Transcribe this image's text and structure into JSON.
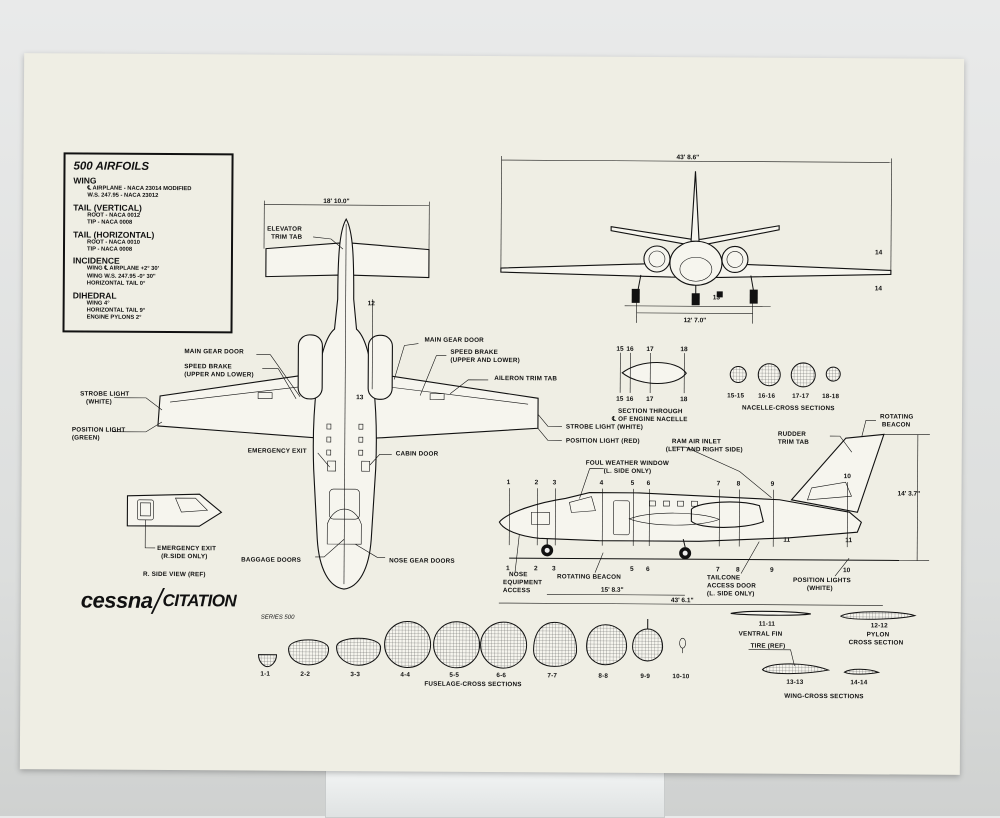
{
  "airfoils": {
    "title": "500 AIRFOILS",
    "sections": [
      {
        "heading": "WING",
        "rows": [
          "℄ AIRPLANE - NACA 23014  MODIFIED",
          "W.S. 247.95 - NACA 23012"
        ]
      },
      {
        "heading": "TAIL (VERTICAL)",
        "rows": [
          "ROOT - NACA 0012",
          "TIP - NACA 0008"
        ]
      },
      {
        "heading": "TAIL (HORIZONTAL)",
        "rows": [
          "ROOT - NACA 0010",
          "TIP - NACA 0008"
        ]
      },
      {
        "heading": "INCIDENCE",
        "rows": [
          "WING ℄ AIRPLANE +2° 30'",
          "WING W.S. 247.95 -0° 30\"",
          "HORIZONTAL TAIL  0°"
        ]
      },
      {
        "heading": "DIHEDRAL",
        "rows": [
          "WING 4°",
          "HORIZONTAL TAIL 9°",
          "ENGINE PYLONS 2°"
        ]
      }
    ]
  },
  "dimensions": {
    "span": "43' 8.6\"",
    "stab_span": "18' 10.0\"",
    "tread": "12' 7.0\"",
    "height": "14' 3.7\"",
    "length": "43' 6.1\"",
    "wheelbase": "15' 8.3\""
  },
  "labels": {
    "elevator_trim_tab": "ELEVATOR\nTRIM TAB",
    "main_gear_door_l": "MAIN GEAR DOOR",
    "speed_brake_l": "SPEED BRAKE\n(UPPER AND LOWER)",
    "strobe_light_l": "STROBE LIGHT\n(WHITE)",
    "position_light_l": "POSITION LIGHT\n(GREEN)",
    "emergency_exit": "EMERGENCY EXIT",
    "main_gear_door_r": "MAIN GEAR DOOR",
    "speed_brake_r": "SPEED BRAKE\n(UPPER AND LOWER)",
    "aileron_trim_tab": "AILERON TRIM TAB",
    "strobe_light_r": "STROBE LIGHT (WHITE)",
    "position_light_r": "POSITION LIGHT (RED)",
    "cabin_door": "CABIN DOOR",
    "baggage_doors": "BAGGAGE DOORS",
    "nose_gear_doors": "NOSE GEAR DOORS",
    "emergency_exit_side": "EMERGENCY EXIT\n(R.SIDE ONLY)",
    "r_side_view": "R. SIDE VIEW (REF)",
    "section_nacelle": "SECTION THROUGH\n℄ OF ENGINE NACELLE",
    "nacelle_sections": "NACELLE-CROSS SECTIONS",
    "rotating_beacon_top": "ROTATING\nBEACON",
    "rudder_trim_tab": "RUDDER\nTRIM TAB",
    "ram_air_inlet": "RAM AIR INLET\n(LEFT AND RIGHT SIDE)",
    "foul_weather_window": "FOUL WEATHER WINDOW\n(L. SIDE ONLY)",
    "nose_equipment_access": "NOSE\nEQUIPMENT\nACCESS",
    "rotating_beacon_bottom": "ROTATING BEACON",
    "tailcone_access_door": "TAILCONE\nACCESS DOOR\n(L. SIDE ONLY)",
    "position_lights": "POSITION LIGHTS\n(WHITE)",
    "ventral_fin": "VENTRAL FIN",
    "pylon_cross_section": "PYLON\nCROSS SECTION",
    "tire_ref": "TIRE (REF)",
    "fuselage_sections": "FUSELAGE-CROSS SECTIONS",
    "wing_sections": "WING-CROSS SECTIONS"
  },
  "fuselage_section_ids": [
    "1-1",
    "2-2",
    "3-3",
    "4-4",
    "5-5",
    "6-6",
    "7-7",
    "8-8",
    "9-9",
    "10-10"
  ],
  "nacelle_section_ids": [
    "15-15",
    "16-16",
    "17-17",
    "18-18"
  ],
  "nacelle_marks": [
    "15",
    "16",
    "17",
    "18"
  ],
  "wing_section_ids": [
    "11-11",
    "12-12",
    "13-13",
    "14-14"
  ],
  "station_numbers": [
    "1",
    "2",
    "3",
    "4",
    "5",
    "6",
    "7",
    "8",
    "9",
    "10"
  ],
  "misc_marks": {
    "twelve": "12",
    "thirteen": "13",
    "fourteen": "14",
    "eleven": "11",
    "eleven_b": "11"
  },
  "logo": {
    "brand_a": "cessna",
    "brand_b": "citation",
    "series": "SERIES 500"
  }
}
